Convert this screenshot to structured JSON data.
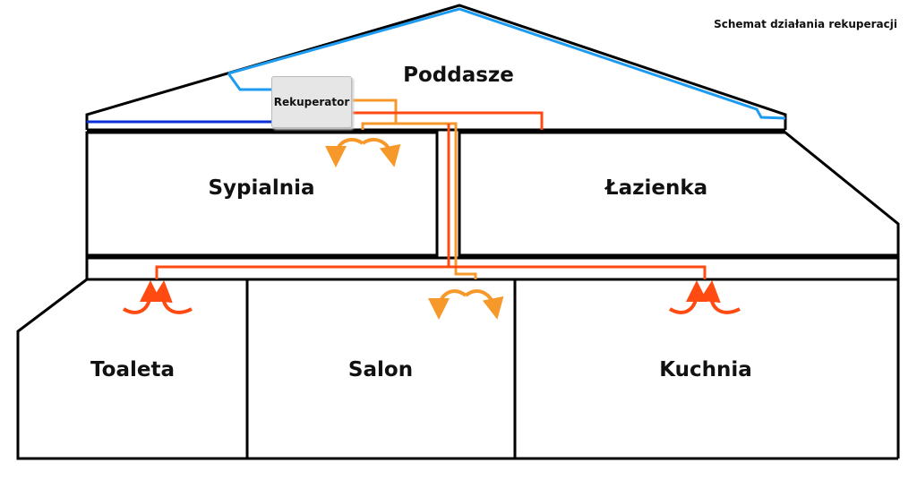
{
  "title": "Schemat działania rekuperacji",
  "unit": "Rekuperator",
  "rooms": {
    "attic": "Poddasze",
    "bedroom": "Sypialnia",
    "bathroom": "Łazienka",
    "toilet": "Toaleta",
    "living": "Salon",
    "kitchen": "Kuchnia"
  },
  "colors": {
    "supply": "#ff4a12",
    "exhaust": "#f7982a",
    "intake": "#1d9bf0",
    "outlet": "#0a2fd6",
    "walls": "#000000"
  }
}
